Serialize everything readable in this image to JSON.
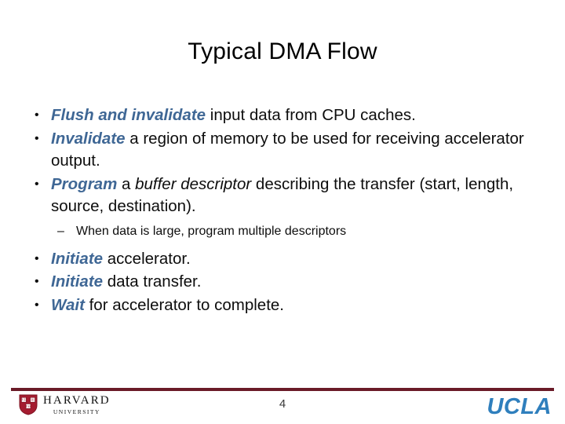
{
  "slide": {
    "title": "Typical DMA Flow",
    "accent_blue": "#3f6795",
    "rule_color": "#6a1b28",
    "ucla_blue": "#2f7fbd",
    "harvard_crimson": "#a51c30"
  },
  "bullets": [
    {
      "marker": "•",
      "keyword": "Flush and invalidate",
      "rest": " input data from CPU caches.",
      "sub": []
    },
    {
      "marker": "•",
      "keyword": "Invalidate",
      "rest": " a region of memory to be used for receiving accelerator output.",
      "sub": []
    },
    {
      "marker": "•",
      "keyword": "Program",
      "mid_plain": " a ",
      "italic": "buffer descriptor",
      "rest": " describing the transfer (start, length, source, destination).",
      "sub": [
        {
          "marker": "–",
          "text": "When data is large, program multiple descriptors"
        }
      ]
    },
    {
      "marker": "•",
      "keyword": "Initiate",
      "rest": " accelerator.",
      "sub": []
    },
    {
      "marker": "•",
      "keyword": "Initiate",
      "rest": " data transfer.",
      "sub": []
    },
    {
      "marker": "•",
      "keyword": "Wait",
      "rest": " for accelerator to complete.",
      "sub": []
    }
  ],
  "footer": {
    "harvard_name": "HARVARD",
    "harvard_sub": "UNIVERSITY",
    "harvard_shield_motto": [
      "VE",
      "RI",
      "TAS"
    ],
    "page_number": "4",
    "ucla_label": "UCLA"
  }
}
